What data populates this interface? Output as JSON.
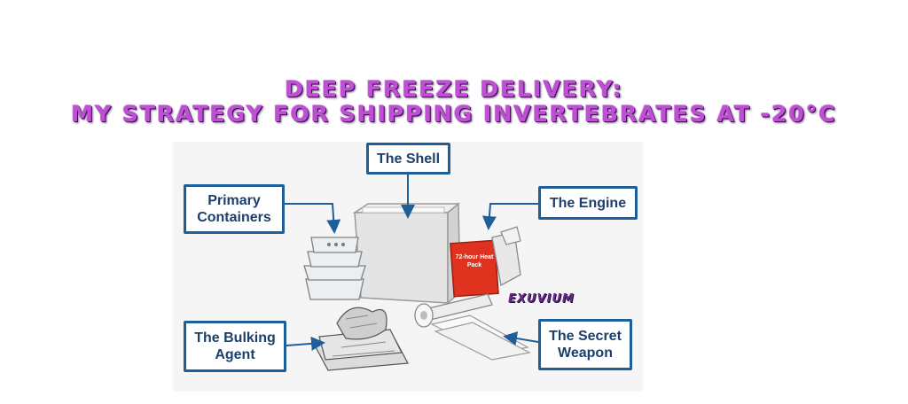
{
  "title": {
    "line1": "DEEP FREEZE DELIVERY:",
    "line2": "MY STRATEGY FOR SHIPPING INVERTEBRATES AT -20°C"
  },
  "labels": {
    "shell": "The Shell",
    "primary_containers": "Primary Containers",
    "engine": "The Engine",
    "bulking_agent": "The Bulking Agent",
    "secret_weapon": "The Secret Weapon"
  },
  "heat_pack_text": "72-hour Heat Pack",
  "brand": "EXUVIUM",
  "colors": {
    "title": "#c04fd6",
    "label_border": "#1f5f99",
    "label_text": "#1c3f6b"
  }
}
